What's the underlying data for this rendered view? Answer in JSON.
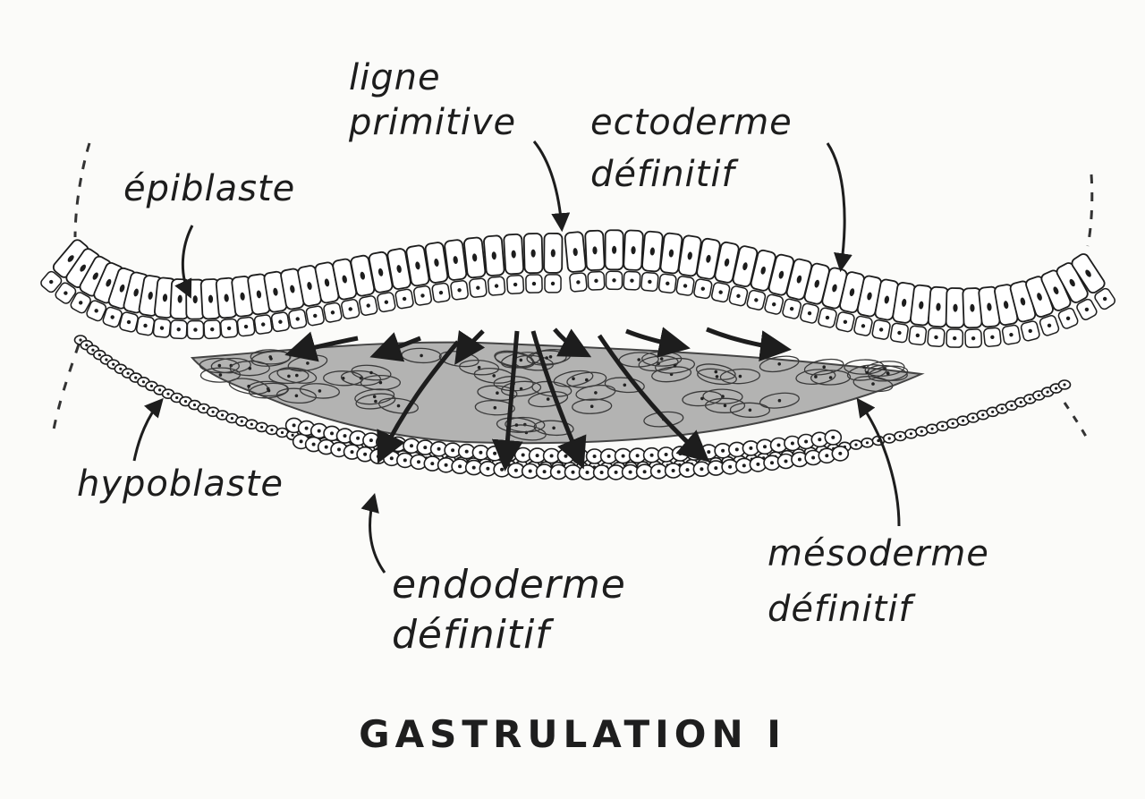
{
  "labels": {
    "ligne_primitive": "ligne\nprimitive",
    "ectoderme": "ectoderme\ndéfinitif",
    "epiblaste": "épiblaste",
    "hypoblaste": "hypoblaste",
    "endoderme": "endoderme\ndéfinitif",
    "mesoderme": "mésoderme\ndéfinitif"
  },
  "title": "GASTRULATION I",
  "colors": {
    "ink": "#1d1d1d",
    "mesoderm_shade": "#8c8c8c",
    "paper": "#fbfbf9"
  }
}
